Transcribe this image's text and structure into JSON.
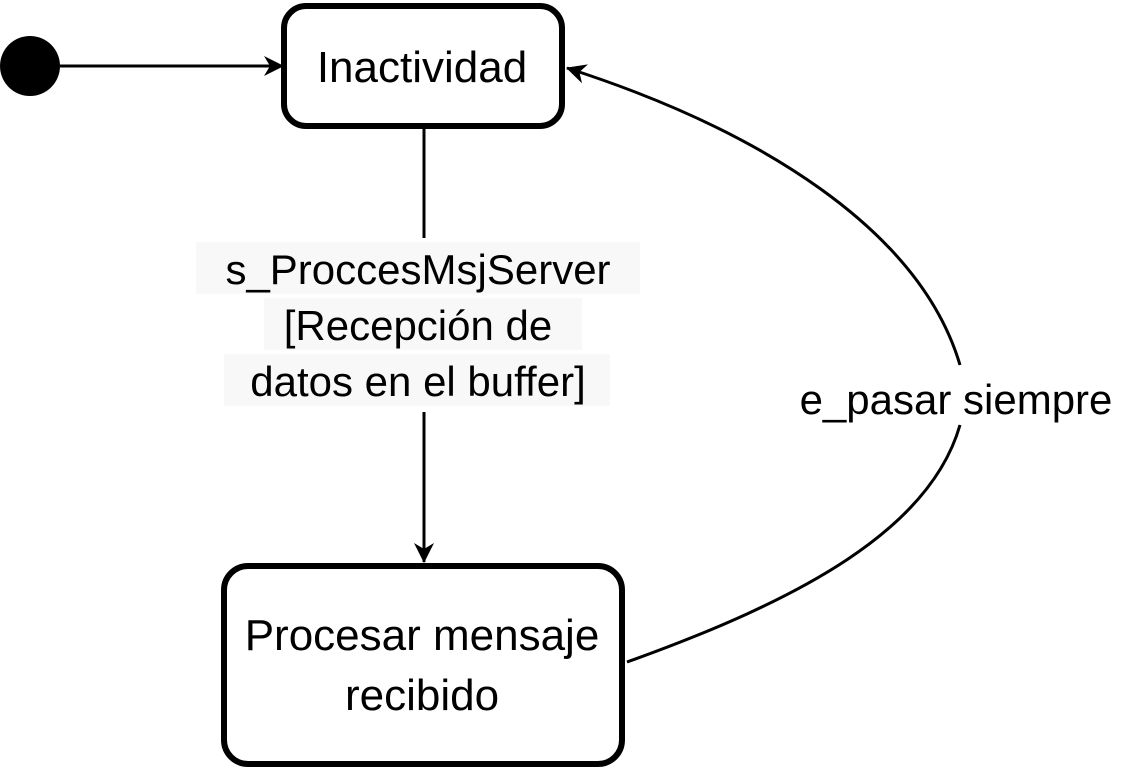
{
  "diagram": {
    "type": "state-machine",
    "colors": {
      "stroke": "#000000",
      "fill": "#ffffff",
      "text": "#000000"
    },
    "initial_state": {
      "target": "inactividad"
    },
    "states": [
      {
        "id": "inactividad",
        "lines": [
          "Inactividad"
        ]
      },
      {
        "id": "procesar",
        "lines": [
          "Procesar mensaje",
          "recibido"
        ]
      }
    ],
    "transitions": [
      {
        "id": "t1",
        "from": "inactividad",
        "to": "procesar",
        "label_lines": [
          "s_ProccesMsjServer",
          "[Recepción de",
          "datos en el buffer]"
        ]
      },
      {
        "id": "t2",
        "from": "procesar",
        "to": "inactividad",
        "label_lines": [
          "e_pasar siempre"
        ]
      }
    ]
  }
}
